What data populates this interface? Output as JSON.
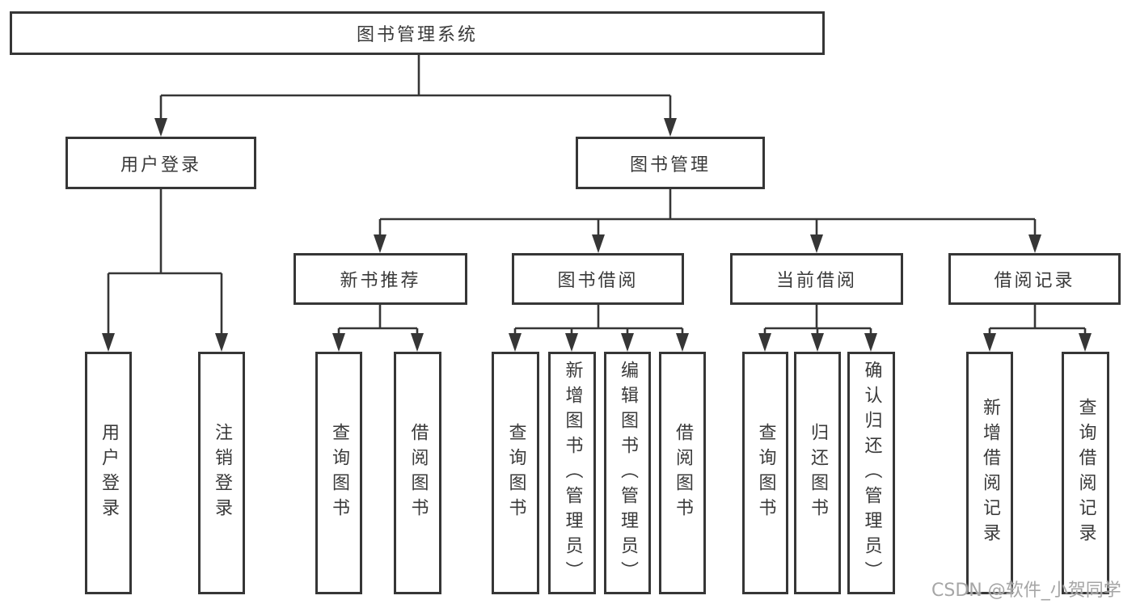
{
  "diagram_type": "tree",
  "tree": {
    "root": {
      "label": "图书管理系统"
    },
    "children": [
      {
        "label": "用户登录",
        "children": [
          "用户登录",
          "注销登录"
        ]
      },
      {
        "label": "图书管理",
        "children": [
          {
            "label": "新书推荐",
            "children": [
              "查询图书",
              "借阅图书"
            ]
          },
          {
            "label": "图书借阅",
            "children": [
              "查询图书",
              "新增图书（管理员）",
              "编辑图书（管理员）",
              "借阅图书"
            ]
          },
          {
            "label": "当前借阅",
            "children": [
              "查询图书",
              "归还图书",
              "确认归还（管理员）"
            ]
          },
          {
            "label": "借阅记录",
            "children": [
              "新增借阅记录",
              "查询借阅记录"
            ]
          }
        ]
      }
    ]
  },
  "watermark": "CSDN @软件_小贺同学",
  "colors": {
    "line": "#363636",
    "text": "#3a3a3a",
    "background": "#ffffff",
    "watermark": "#9e9e9e"
  }
}
